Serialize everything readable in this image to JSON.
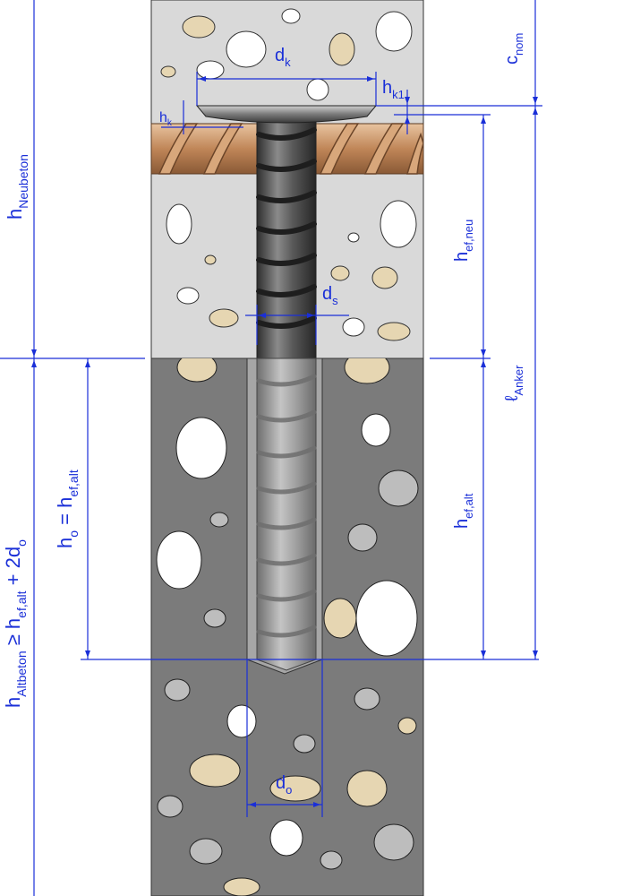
{
  "colors": {
    "dimension": "#1a2fd8",
    "new_concrete": "#d9d9d9",
    "old_concrete": "#7b7b7b",
    "aggregate_white": "#ffffff",
    "aggregate_beige": "#e6d6b2",
    "aggregate_grey": "#bdbdbd",
    "rebar": "#c99366",
    "anchor_dark": "#4a4a4a",
    "anchor_light": "#9a9a9a"
  },
  "labels": {
    "dk": {
      "main": "d",
      "sub": "k"
    },
    "hk1": {
      "main": "h",
      "sub": "k1"
    },
    "hk": {
      "main": "h",
      "sub": "k"
    },
    "cnom": {
      "main": "c",
      "sub": "nom"
    },
    "h_neubeton": {
      "main": "h",
      "sub": "Neubeton"
    },
    "hef_neu": {
      "main": "h",
      "sub": "ef,neu"
    },
    "l_anker": {
      "main": "ℓ",
      "sub": "Anker"
    },
    "ds": {
      "main": "d",
      "sub": "s"
    },
    "ho": {
      "main": "h",
      "sub": "o",
      "rest": " = h",
      "rest_sub": "ef,alt"
    },
    "h_altbeton": {
      "main": "h",
      "sub": "Altbeton",
      "rest": " ≥ h",
      "rest_sub": "ef,alt",
      "rest2": " + 2d",
      "rest2_sub": "o"
    },
    "hef_alt": {
      "main": "h",
      "sub": "ef,alt"
    },
    "do": {
      "main": "d",
      "sub": "o"
    }
  }
}
